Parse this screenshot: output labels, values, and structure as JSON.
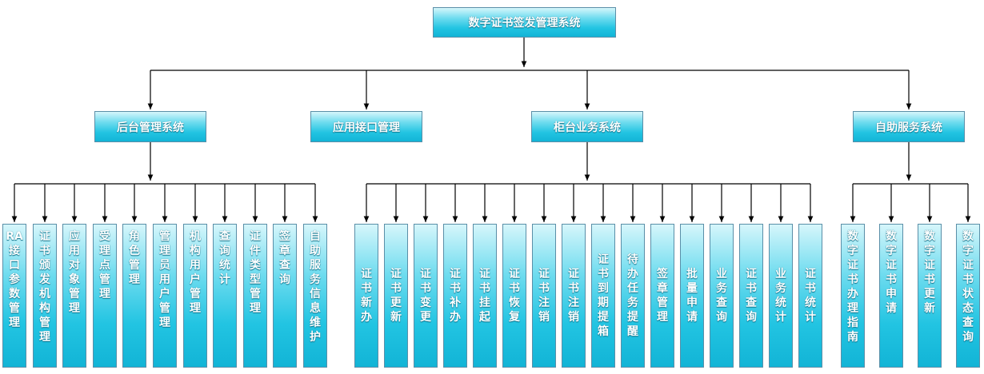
{
  "root": {
    "label": "数字证书签发管理系统"
  },
  "branches": [
    {
      "label": "后台管理系统",
      "children": [
        "RA接口参数管理",
        "证书颁发机构管理",
        "应用对象管理",
        "受理点管理",
        "角色管理",
        "管理员用户管理",
        "机构用户管理",
        "查询统计",
        "证件类型管理",
        "签章查询",
        "自助服务信息维护"
      ]
    },
    {
      "label": "应用接口管理",
      "children": []
    },
    {
      "label": "柜台业务系统",
      "children": [
        "证书新办",
        "证书更新",
        "证书变更",
        "证书补办",
        "证书挂起",
        "证书恢复",
        "证书注销",
        "证书注销",
        "证书到期提箱",
        "待办任务提醒",
        "签章管理",
        "批量申请",
        "业务查询",
        "证书查询",
        "业务统计",
        "证书统计"
      ]
    },
    {
      "label": "自助服务系统",
      "children": [
        "数字证书办理指南",
        "数字证书申请",
        "数字证书更新",
        "数字证书状态查询"
      ]
    }
  ]
}
